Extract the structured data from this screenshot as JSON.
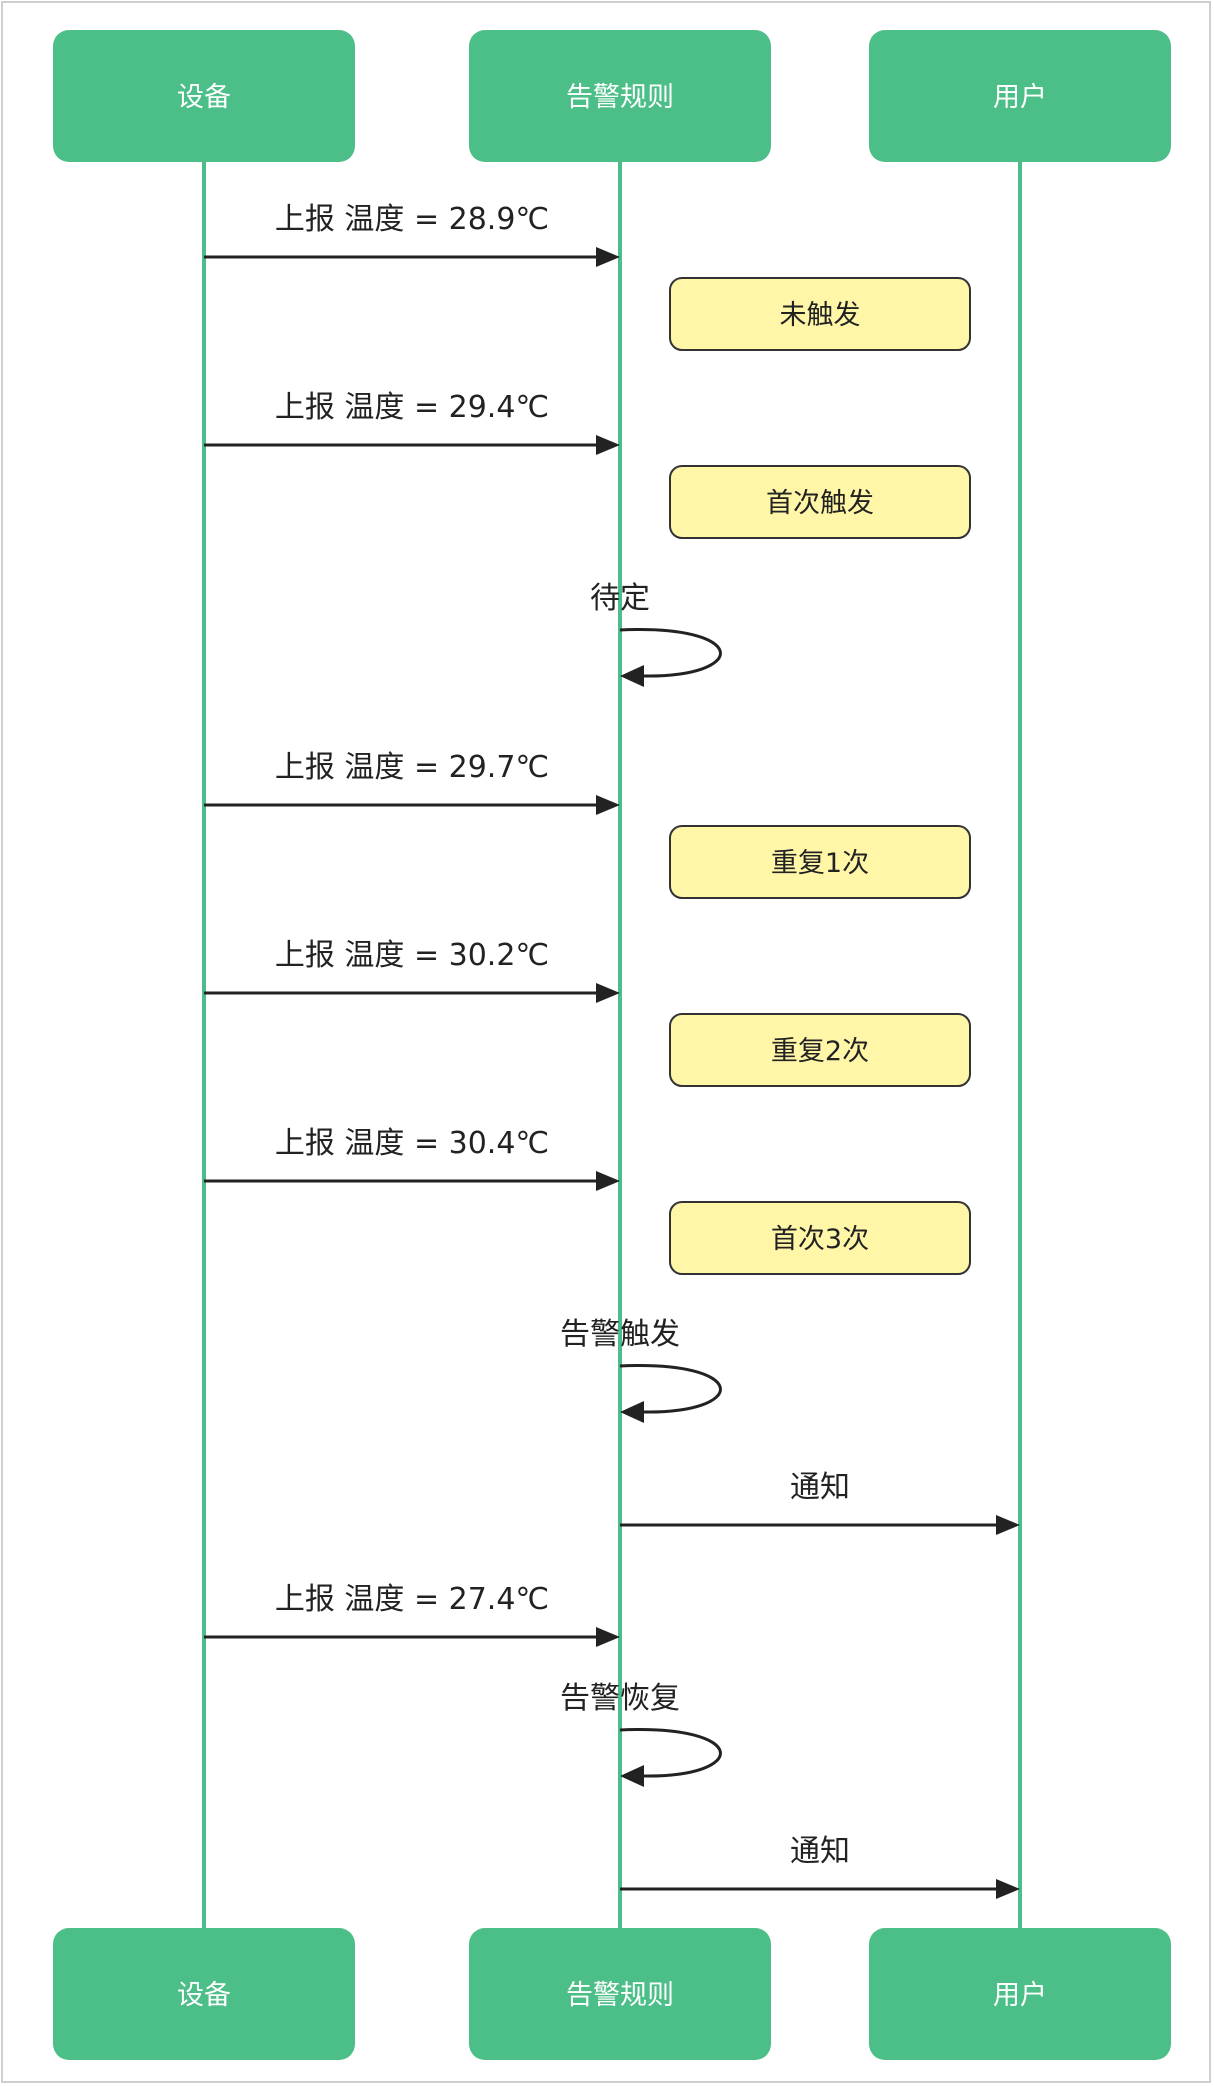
{
  "actors": [
    {
      "id": "device",
      "label": "设备"
    },
    {
      "id": "rule",
      "label": "告警规则"
    },
    {
      "id": "user",
      "label": "用户"
    }
  ],
  "colors": {
    "actor": "#4cbf88",
    "lifeline": "#4cbf88",
    "note_fill": "#fff6a8",
    "arrow": "#222222"
  },
  "steps": [
    {
      "kind": "message",
      "from": "device",
      "to": "rule",
      "label": "上报 温度 = 28.9℃"
    },
    {
      "kind": "note",
      "over": "rule",
      "label": "未触发"
    },
    {
      "kind": "message",
      "from": "device",
      "to": "rule",
      "label": "上报 温度 = 29.4℃"
    },
    {
      "kind": "note",
      "over": "rule",
      "label": "首次触发"
    },
    {
      "kind": "self",
      "on": "rule",
      "label": "待定"
    },
    {
      "kind": "message",
      "from": "device",
      "to": "rule",
      "label": "上报 温度 = 29.7℃"
    },
    {
      "kind": "note",
      "over": "rule",
      "label": "重复1次"
    },
    {
      "kind": "message",
      "from": "device",
      "to": "rule",
      "label": "上报 温度 = 30.2℃"
    },
    {
      "kind": "note",
      "over": "rule",
      "label": "重复2次"
    },
    {
      "kind": "message",
      "from": "device",
      "to": "rule",
      "label": "上报 温度 = 30.4℃"
    },
    {
      "kind": "note",
      "over": "rule",
      "label": "首次3次"
    },
    {
      "kind": "self",
      "on": "rule",
      "label": "告警触发"
    },
    {
      "kind": "message",
      "from": "rule",
      "to": "user",
      "label": "通知"
    },
    {
      "kind": "message",
      "from": "device",
      "to": "rule",
      "label": "上报 温度 = 27.4℃"
    },
    {
      "kind": "self",
      "on": "rule",
      "label": "告警恢复"
    },
    {
      "kind": "message",
      "from": "rule",
      "to": "user",
      "label": "通知"
    }
  ]
}
